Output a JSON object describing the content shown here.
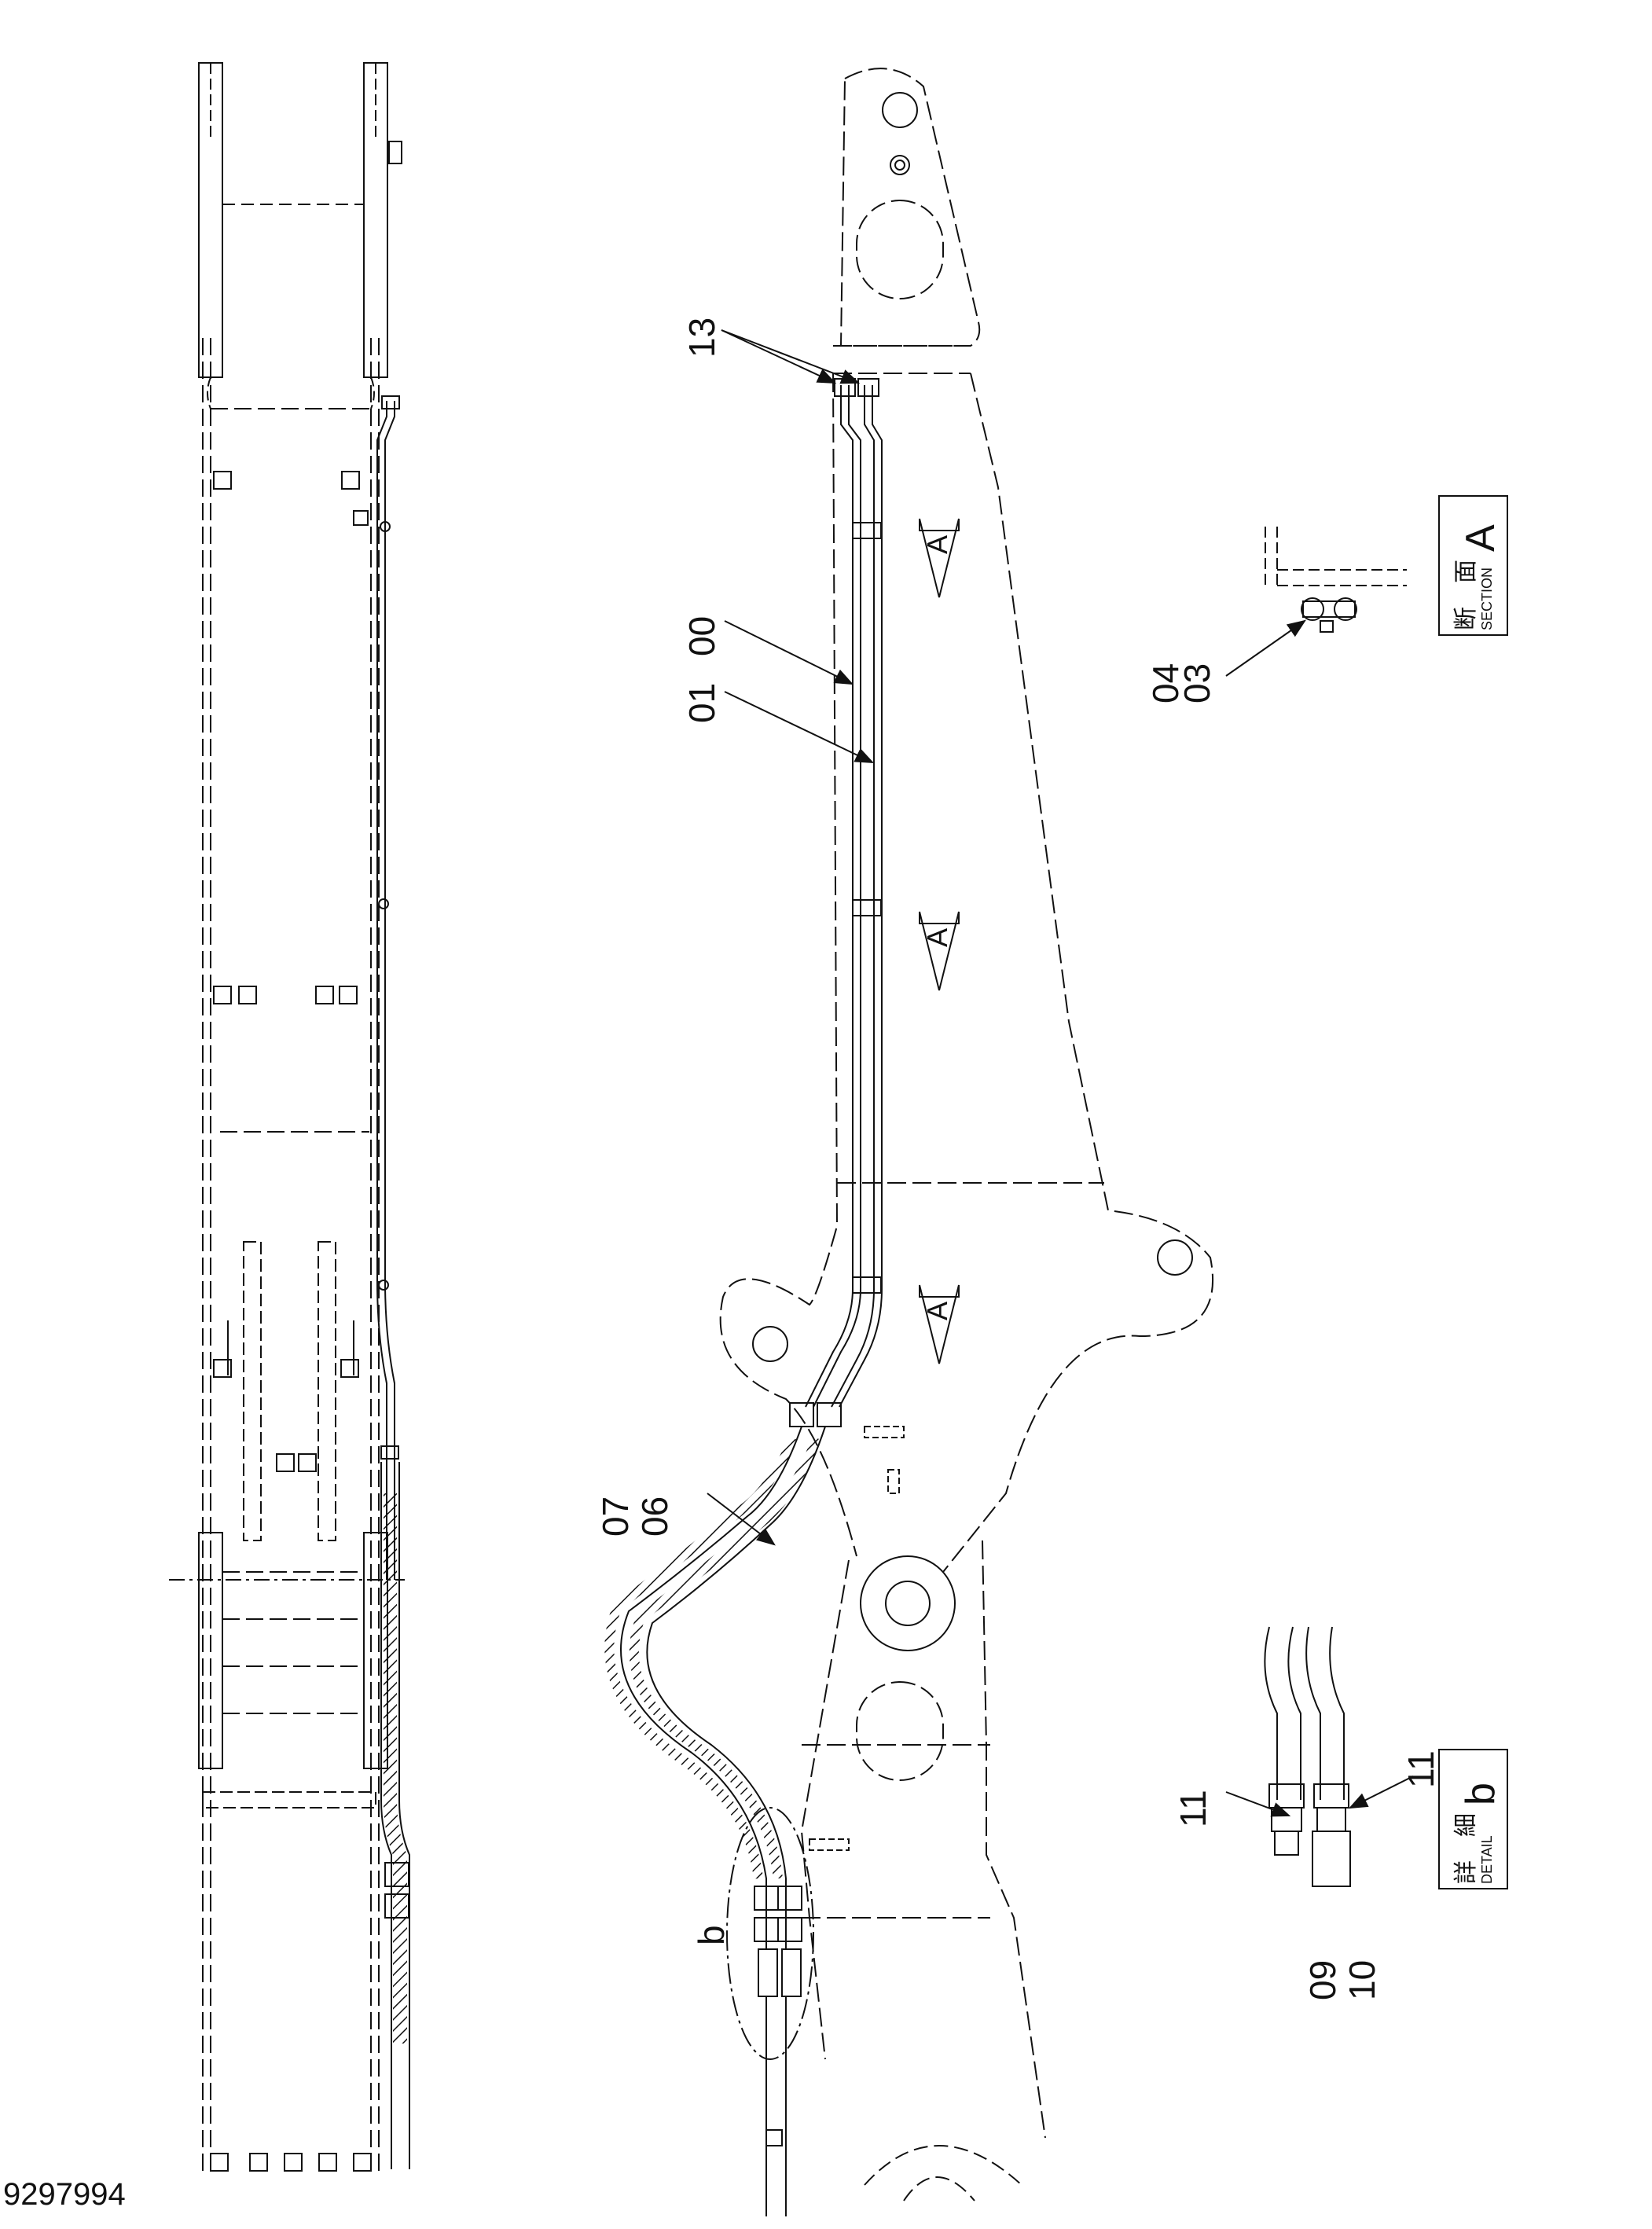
{
  "drawing_number": "9297994",
  "callouts": {
    "c13": "13",
    "c00": "00",
    "c01": "01",
    "c04": "04",
    "c03": "03",
    "c07": "07",
    "c06": "06",
    "c11a": "11",
    "c11b": "11",
    "c09": "09",
    "c10": "10",
    "detail_ref": "b",
    "sep_dash": "–"
  },
  "section_marker": "A",
  "section_tag": {
    "jp": "断　面",
    "en": "SECTION",
    "letter": "A"
  },
  "detail_tag": {
    "jp": "詳　細",
    "en": "DETAIL",
    "letter": "b"
  }
}
